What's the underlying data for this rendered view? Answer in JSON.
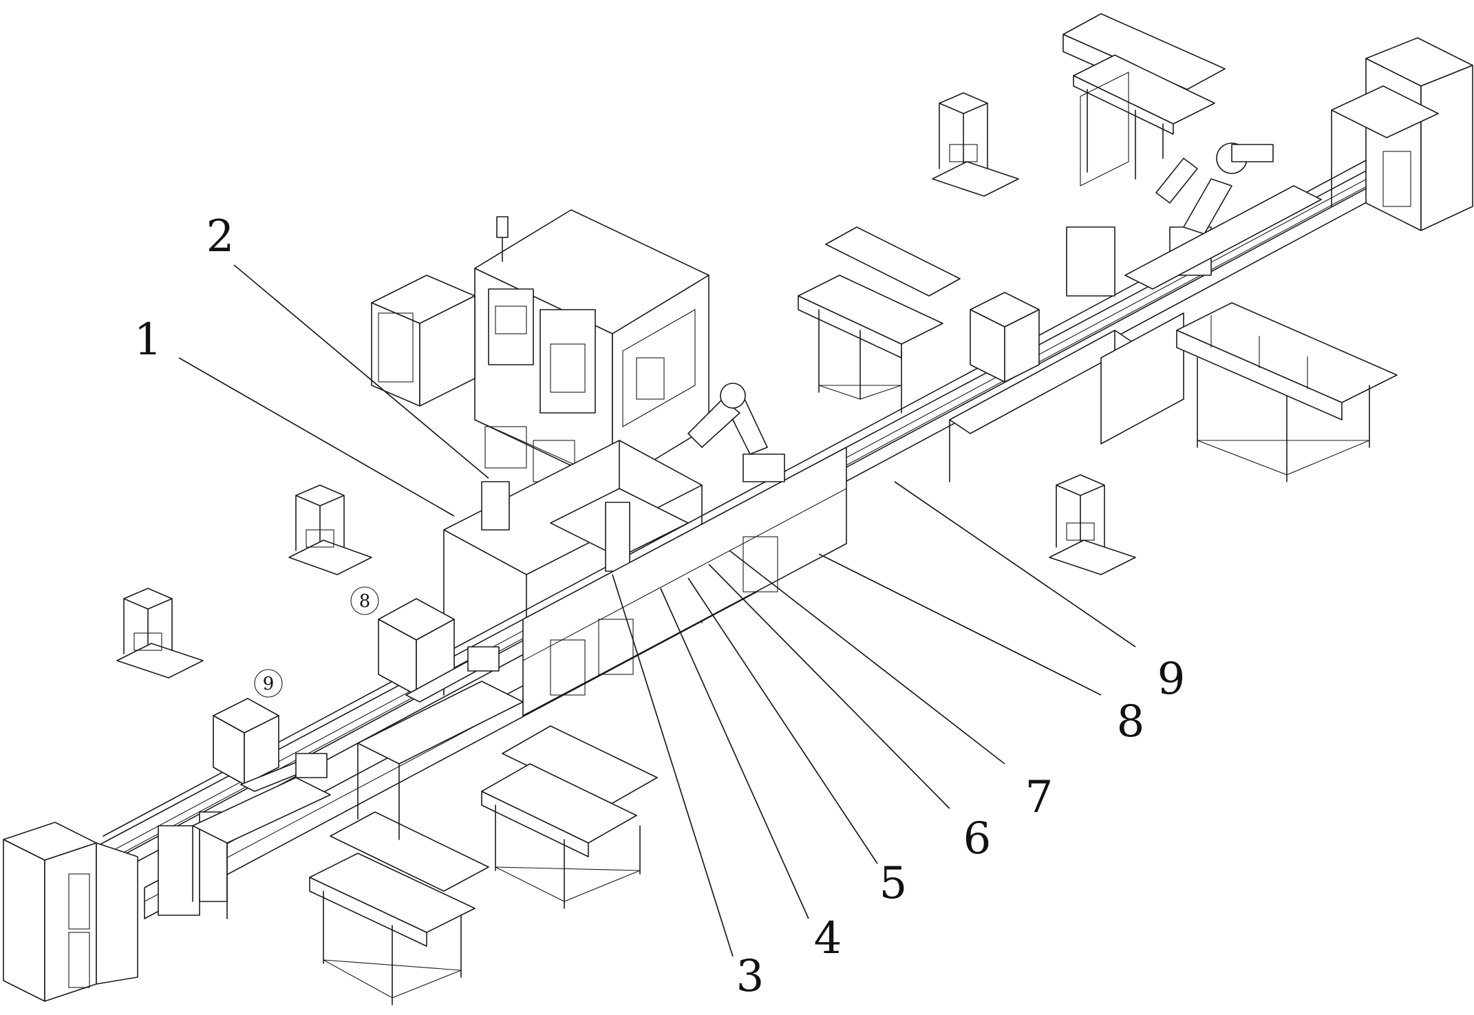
{
  "figure": {
    "leader_labels": [
      "1",
      "2",
      "3",
      "4",
      "5",
      "6",
      "7",
      "8",
      "9"
    ],
    "circled_labels": [
      "8",
      "9"
    ]
  },
  "colors": {
    "line": "#1a1a1a",
    "background": "#ffffff"
  }
}
